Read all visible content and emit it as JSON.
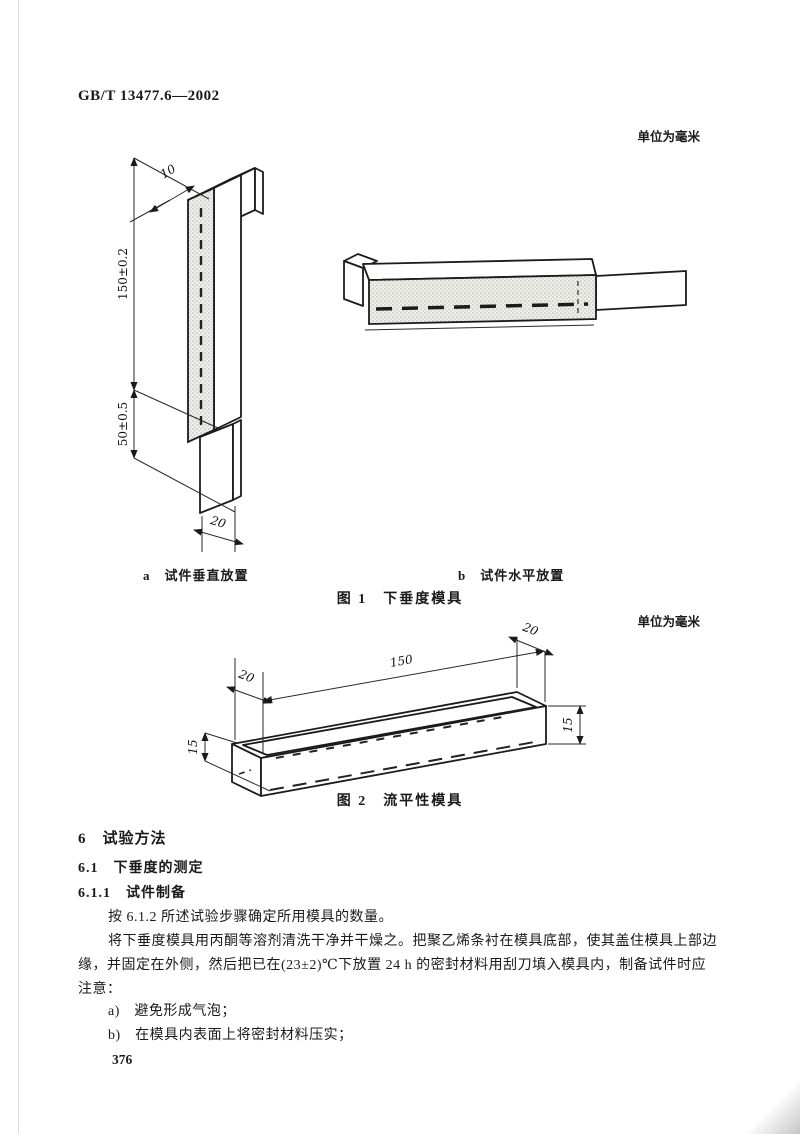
{
  "page": {
    "header": "GB/T 13477.6—2002",
    "units_note": "单位为毫米",
    "page_number": "376"
  },
  "figure1": {
    "caption_a": "a　试件垂直放置",
    "caption_b": "b　试件水平放置",
    "title": "图 1　下垂度模具",
    "dim_top_width": "10",
    "dim_height_upper": "150±0.2",
    "dim_height_lower": "50±0.5",
    "dim_bottom_width": "20"
  },
  "figure2": {
    "title": "图 2　流平性模具",
    "dim_length": "150",
    "dim_left_end": "20",
    "dim_right_end": "20",
    "dim_left_height": "15",
    "dim_right_height": "15"
  },
  "section": {
    "heading6": "6　试验方法",
    "heading61": "6.1　下垂度的测定",
    "heading611": "6.1.1　试件制备",
    "para1": "按 6.1.2 所述试验步骤确定所用模具的数量。",
    "para2_line1": "将下垂度模具用丙酮等溶剂清洗干净并干燥之。把聚乙烯条衬在模具底部，使其盖住模具上部边",
    "para2_line2": "缘，并固定在外侧，然后把已在(23±2)℃下放置 24 h 的密封材料用刮刀填入模具内，制备试件时应",
    "para2_line3": "注意：",
    "item_a": "a)　避免形成气泡；",
    "item_b": "b)　在模具内表面上将密封材料压实；"
  }
}
